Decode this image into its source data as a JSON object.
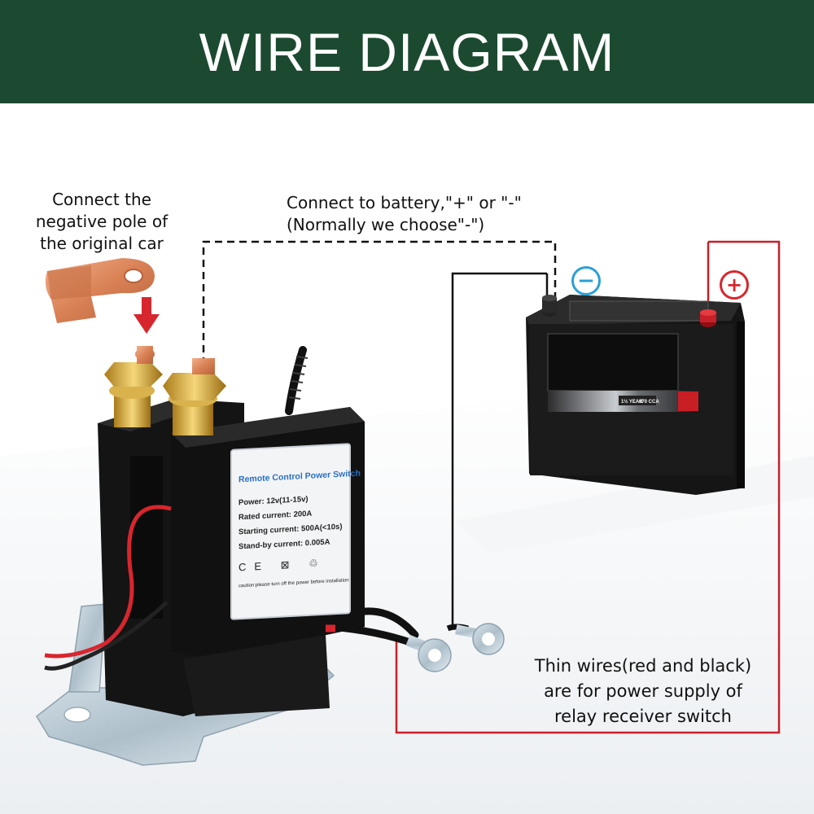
{
  "title": "WIRE DIAGRAM",
  "labels": {
    "negative_pole": [
      "Connect the",
      "negative pole of",
      "the original car"
    ],
    "battery": [
      "Connect to battery,\"+\" or \"-\"",
      "(Normally we choose\"-\")"
    ],
    "thin_wires": [
      "Thin wires(red and black)",
      "are for power supply of",
      "relay receiver switch"
    ]
  },
  "battery": {
    "negative_symbol": "−",
    "positive_symbol": "+",
    "warranty": "1½ YEAR",
    "cca": "670 CCA"
  },
  "sticker": {
    "title": "Remote Control Power Switch",
    "lines": [
      "Power: 12v(11-15v)",
      "Rated current: 200A",
      "Starting current: 500A(<10s)",
      "Stand-by current: 0.005A"
    ],
    "icons": "CE ⊠ ♲",
    "caution": "caution:please turn off the power before installation"
  },
  "colors": {
    "header": "#1c4a30",
    "negative": "#2aa0d8",
    "positive": "#d8262e",
    "red_box": "#c8202a",
    "arrow": "#d8262e"
  },
  "icons": [
    "copper-lug-icon",
    "down-arrow-icon",
    "relay-switch-icon",
    "battery-icon",
    "antenna-icon",
    "ring-terminal-icon"
  ]
}
